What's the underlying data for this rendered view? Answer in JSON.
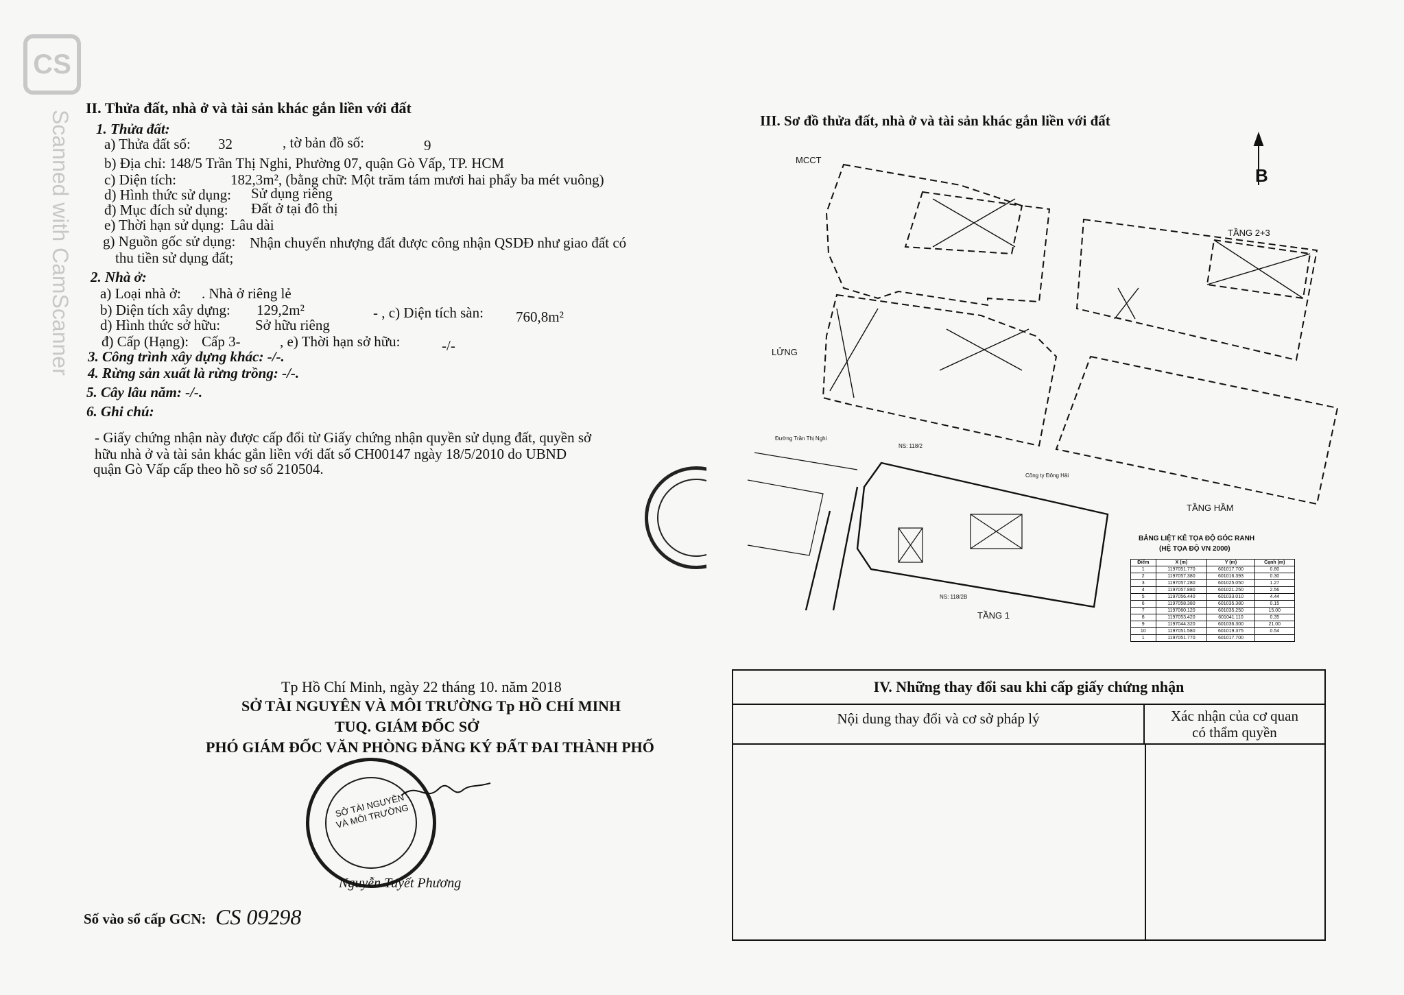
{
  "watermark": {
    "logo": "CS",
    "text": "Scanned with CamScanner"
  },
  "section2": {
    "title": "II. Thửa đất, nhà ở và tài sản khác gắn liền với đất",
    "land": {
      "heading": "1. Thửa đất:",
      "a_label": "a) Thửa đất số:",
      "a_value": "32",
      "a_map_label": ", tờ bản đồ số:",
      "a_map_value": "9",
      "b": "b) Địa chỉ: 148/5 Trần Thị Nghi, Phường 07, quận Gò Vấp, TP. HCM",
      "c_label": "c) Diện tích:",
      "c_value": "182,3m², (bằng chữ: Một trăm tám mươi hai phẩy ba mét vuông)",
      "d_label": "d) Hình thức sử dụng:",
      "d_value": "Sử dụng riêng",
      "dd_label": "đ) Mục đích sử dụng:",
      "dd_value": "Đất ở tại đô thị",
      "e_label": "e) Thời hạn sử dụng:",
      "e_value": "Lâu dài",
      "g_label": "g) Nguồn gốc sử dụng:",
      "g_value": "Nhận chuyển nhượng đất được công nhận QSDĐ như giao đất có",
      "g_value2": "thu tiền sử dụng đất;"
    },
    "house": {
      "heading": "2. Nhà ở:",
      "a_label": "a) Loại nhà ở:",
      "a_value": ". Nhà ở riêng lẻ",
      "b_label": "b) Diện tích xây dựng:",
      "b_value": "129,2m²",
      "c_label": "- , c) Diện tích sàn:",
      "c_value": "760,8m²",
      "d_label": "d) Hình thức sở hữu:",
      "d_value": "Sở hữu riêng",
      "dd_label": "đ) Cấp (Hạng):",
      "dd_value": "Cấp 3-",
      "e_label": ", e) Thời hạn sở hữu:",
      "e_value": "-/-"
    },
    "item3": "3. Công trình xây dựng khác: -/-.",
    "item4": "4. Rừng sản xuất là rừng trồng: -/-.",
    "item5": "5. Cây lâu năm: -/-.",
    "item6": "6. Ghi chú:",
    "note1": "- Giấy chứng nhận này được cấp đổi từ Giấy chứng nhận quyền sử dụng đất, quyền sở",
    "note2": "hữu nhà ở và tài sản khác gắn liền với đất số CH00147 ngày 18/5/2010 do UBND",
    "note3": "quận Gò Vấp cấp theo hồ sơ số 210504."
  },
  "section3": {
    "title": "III. Sơ đồ thửa đất, nhà ở và tài sản khác gắn liền với đất",
    "north": "B",
    "labels": {
      "mcct": "MCCT",
      "lung": "LỬNG",
      "tang23": "TẦNG 2+3",
      "tang_ham": "TẦNG HẦM",
      "tang1": "TẦNG 1"
    },
    "street": "Đường Trần Thị Nghi",
    "neighbor": "Công ty Đông Hải",
    "ns1": "NS: 118/2",
    "ns2": "NS: 118/2B",
    "coord_title": "BẢNG LIỆT KÊ TỌA ĐỘ GÓC RANH",
    "coord_sub": "(HỆ TỌA ĐỘ VN 2000)",
    "coord_headers": [
      "Điểm",
      "X (m)",
      "Y (m)",
      "Cạnh (m)"
    ],
    "coord_rows": [
      [
        "1",
        "1197051.770",
        "601017.700",
        "0.80"
      ],
      [
        "2",
        "1197057.380",
        "601016.393",
        "0.30"
      ],
      [
        "3",
        "1197057.280",
        "601025.050",
        "1.27"
      ],
      [
        "4",
        "1197057.880",
        "601021.250",
        "2.56"
      ],
      [
        "5",
        "1197056.440",
        "601033.010",
        "4.44"
      ],
      [
        "6",
        "1197058.380",
        "601035.380",
        "0.15"
      ],
      [
        "7",
        "1197060.120",
        "601035.250",
        "15.00"
      ],
      [
        "8",
        "1197053.420",
        "601041.110",
        "0.35"
      ],
      [
        "9",
        "1197044.320",
        "601036.300",
        "21.00"
      ],
      [
        "10",
        "1197051.580",
        "601019.375",
        "0.54"
      ],
      [
        "1",
        "1197051.770",
        "601017.700",
        ""
      ]
    ]
  },
  "signature_block": {
    "date_line": "Tp Hồ Chí Minh, ngày 22 tháng 10. năm 2018",
    "org": "SỞ TÀI NGUYÊN VÀ MÔI TRƯỜNG Tp HỒ CHÍ MINH",
    "tuq": "TUQ. GIÁM ĐỐC SỞ",
    "position": "PHÓ GIÁM ĐỐC VĂN PHÒNG ĐĂNG KÝ ĐẤT ĐAI THÀNH PHỐ",
    "stamp_text": "SỞ TÀI NGUYÊN VÀ MÔI TRƯỜNG",
    "signer": "Nguyễn Tuyết Phương",
    "reg_label": "Số vào sổ cấp GCN:",
    "reg_value": "CS 09298"
  },
  "section4": {
    "title": "IV. Những thay đổi sau khi cấp giấy chứng nhận",
    "col1": "Nội dung thay đổi và cơ sở pháp lý",
    "col2_line1": "Xác nhận của cơ quan",
    "col2_line2": "có thẩm quyền"
  }
}
